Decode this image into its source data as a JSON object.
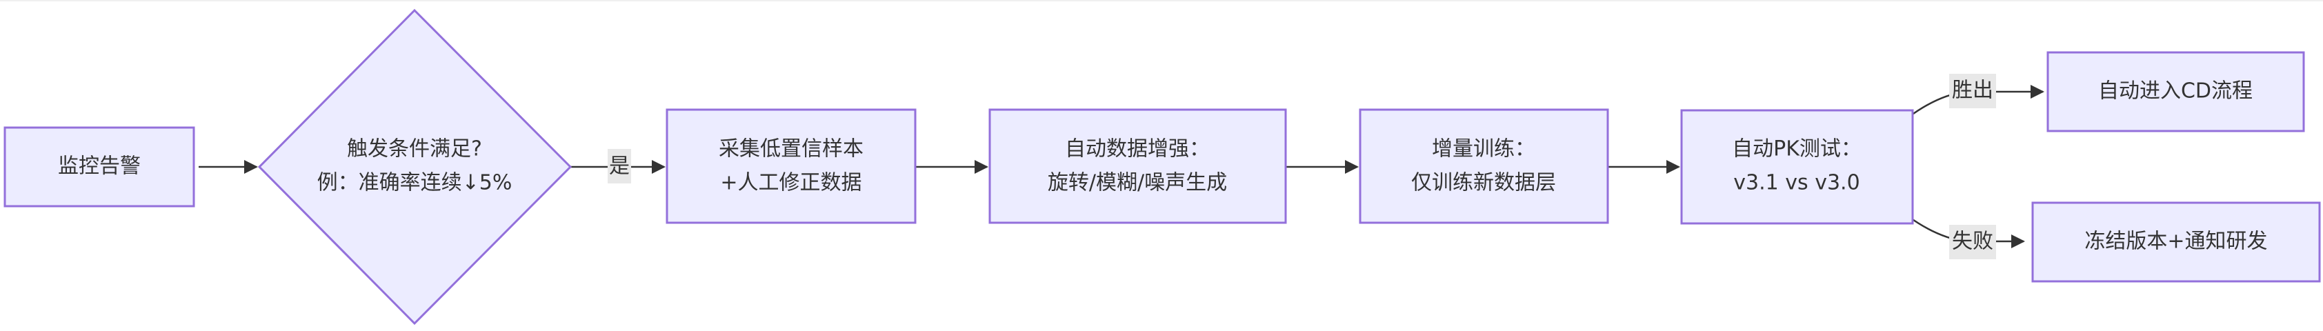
{
  "nodes": {
    "monitor_alert": {
      "label": "监控告警"
    },
    "trigger_check": {
      "line1": "触发条件满足?",
      "line2": "例：准确率连续↓5%"
    },
    "collect_samples": {
      "line1": "采集低置信样本",
      "line2": "+人工修正数据"
    },
    "augment_data": {
      "line1": "自动数据增强：",
      "line2": "旋转/模糊/噪声生成"
    },
    "incremental_training": {
      "line1": "增量训练：",
      "line2": "仅训练新数据层"
    },
    "pk_test": {
      "line1": "自动PK测试：",
      "line2": "v3.1 vs v3.0"
    },
    "enter_cd": {
      "label": "自动进入CD流程"
    },
    "freeze_version": {
      "label": "冻结版本+通知研发"
    }
  },
  "edges": {
    "yes_label": "是",
    "win_label": "胜出",
    "fail_label": "失败"
  },
  "colors": {
    "node_fill": "#ECECFF",
    "node_stroke": "#9370DB",
    "edge": "#333333",
    "label_bg": "#e8e8e8"
  }
}
